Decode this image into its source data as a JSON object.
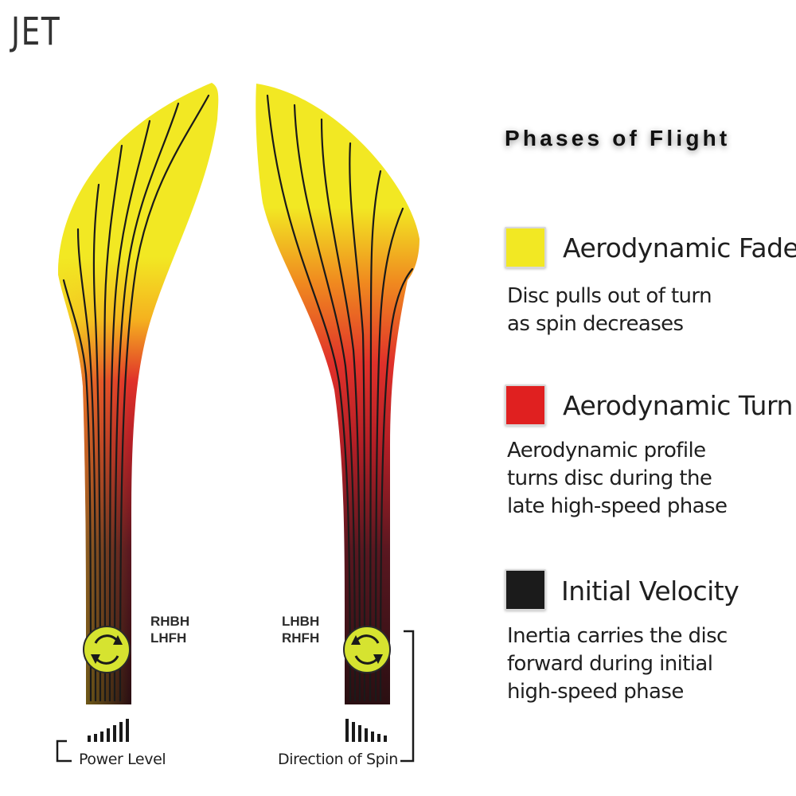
{
  "header": {
    "disc_name": "JET"
  },
  "legend": {
    "title": "Phases of Flight",
    "items": [
      {
        "label": "Aerodynamic Fade",
        "color": "#f2e823",
        "desc_lines": [
          "Disc pulls out of turn",
          "as spin decreases"
        ]
      },
      {
        "label": "Aerodynamic Turn",
        "color": "#e02020",
        "desc_lines": [
          "Aerodynamic profile",
          "turns disc during the",
          "late high-speed phase"
        ]
      },
      {
        "label": "Initial Velocity",
        "color": "#1b1b1b",
        "desc_lines": [
          "Inertia carries the disc",
          "forward during initial",
          "high-speed phase"
        ]
      }
    ]
  },
  "flight_paths": [
    {
      "throw_lines": [
        "RHBH",
        "LHFH"
      ],
      "spin_icon": "clockwise-rotation-icon"
    },
    {
      "throw_lines": [
        "LHBH",
        "RHFH"
      ],
      "spin_icon": "counter-clockwise-rotation-icon"
    }
  ],
  "indicators": {
    "power_level": "Power Level",
    "direction_of_spin": "Direction of Spin"
  }
}
